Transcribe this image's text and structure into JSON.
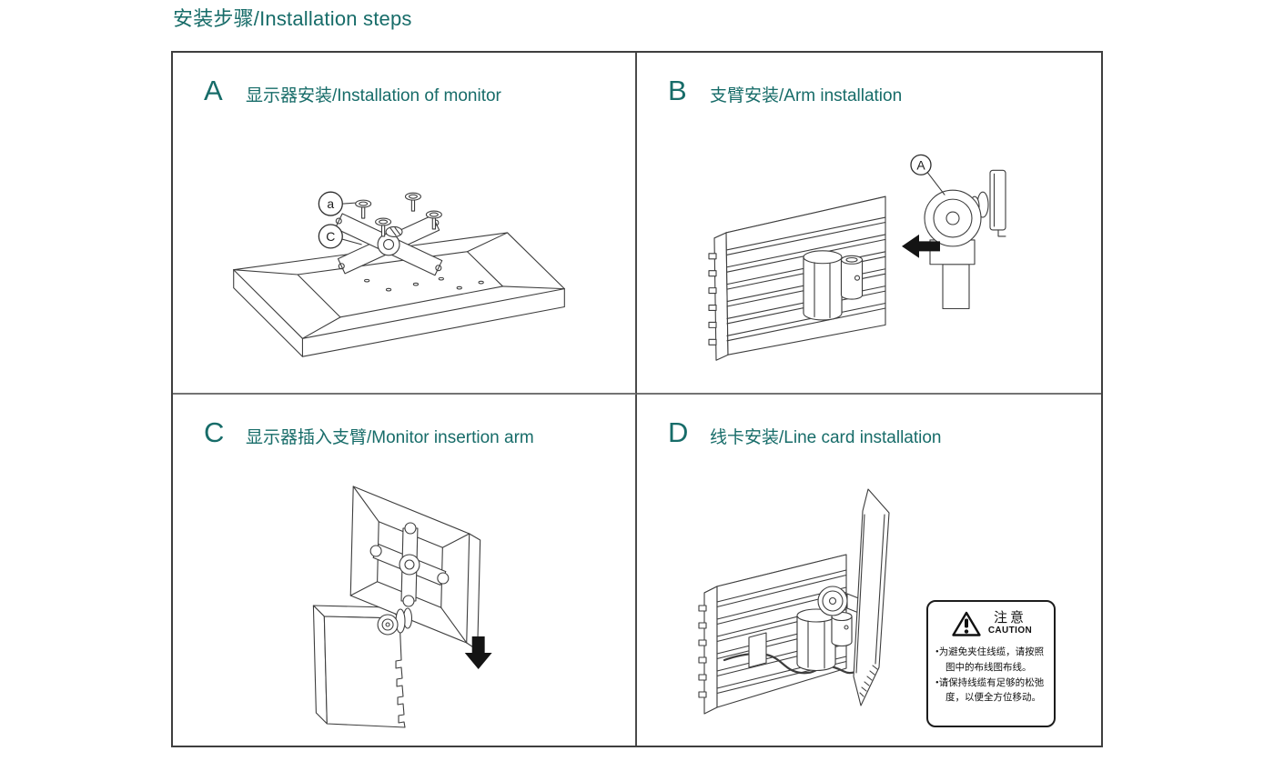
{
  "page": {
    "title": "安装步骤/Installation steps",
    "accent_color": "#176C69"
  },
  "panels": [
    {
      "letter": "A",
      "title": "显示器安装/Installation of monitor",
      "callouts": [
        {
          "text": "a"
        },
        {
          "text": "C"
        }
      ]
    },
    {
      "letter": "B",
      "title": "支臂安装/Arm installation",
      "callouts": [
        {
          "text": "A"
        }
      ]
    },
    {
      "letter": "C",
      "title": "显示器插入支臂/Monitor insertion arm",
      "callouts": []
    },
    {
      "letter": "D",
      "title": "线卡安装/Line card installation",
      "callouts": []
    }
  ],
  "caution": {
    "title_zh": "注意",
    "title_en": "CAUTION",
    "bullet": "•",
    "items": [
      "为避免夹住线缆，请按照图中的布线图布线。",
      "请保持线缆有足够的松弛度，以便全方位移动。"
    ]
  }
}
